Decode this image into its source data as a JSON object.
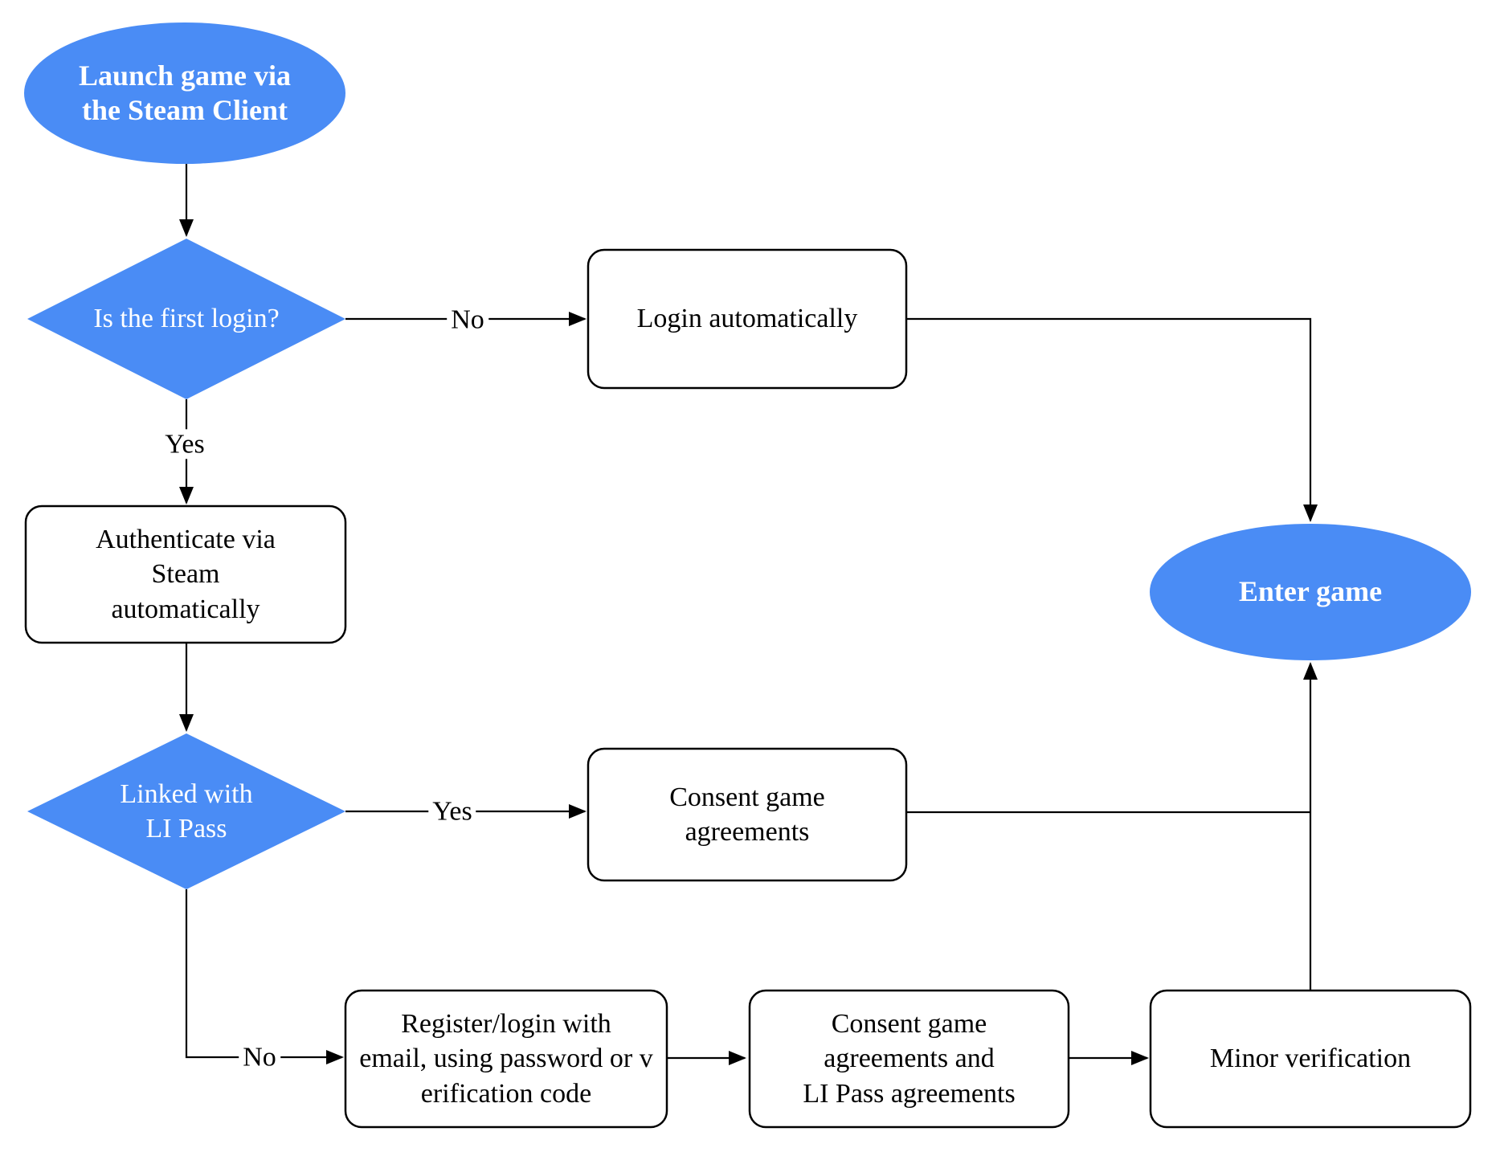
{
  "colors": {
    "node_fill": "#4a8cf5",
    "node_text": "#ffffff",
    "box_fill": "#ffffff",
    "box_text": "#000000",
    "line": "#000000",
    "bg": "#ffffff"
  },
  "nodes": {
    "start": {
      "type": "ellipse",
      "label": "Launch game via\nthe Steam Client"
    },
    "first_login": {
      "type": "decision",
      "label": "Is the first login?"
    },
    "login_auto": {
      "type": "process",
      "label": "Login automatically"
    },
    "auth_steam": {
      "type": "process",
      "label": "Authenticate via\nSteam\nautomatically"
    },
    "linked_li_pass": {
      "type": "decision",
      "label": "Linked with\nLI Pass"
    },
    "consent_game": {
      "type": "process",
      "label": "Consent game\nagreements"
    },
    "register_login": {
      "type": "process",
      "label": "Register/login with\nemail, using password or v\nerification code"
    },
    "consent_li_pass": {
      "type": "process",
      "label": "Consent game\nagreements and\nLI Pass agreements"
    },
    "minor_verification": {
      "type": "process",
      "label": "Minor verification"
    },
    "enter_game": {
      "type": "ellipse",
      "label": "Enter game"
    }
  },
  "edges": {
    "first_login_no": {
      "label": "No"
    },
    "first_login_yes": {
      "label": "Yes"
    },
    "linked_yes": {
      "label": "Yes"
    },
    "linked_no": {
      "label": "No"
    }
  }
}
